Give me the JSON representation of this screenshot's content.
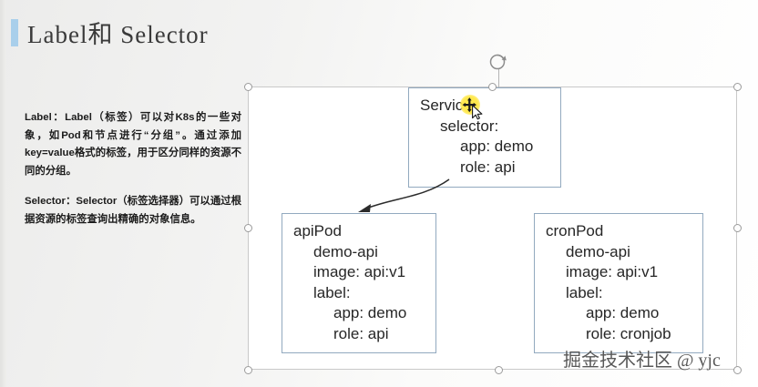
{
  "slide": {
    "title": "Label和 Selector",
    "accent_color": "#a9cfeb",
    "background_color": "#f5f5f4"
  },
  "description": {
    "paragraphs": [
      "Label：Label（标签）可以对K8s的一些对象，如Pod和节点进行“分组”。通过添加key=value格式的标签，用于区分同样的资源不同的分组。",
      "Selector：Selector（标签选择器）可以通过根据资源的标签查询出精确的对象信息。"
    ]
  },
  "diagram": {
    "box_border_color": "#92a9bf",
    "service_box": {
      "lines": [
        {
          "text": "Service",
          "indent": 0
        },
        {
          "text": "selector:",
          "indent": 1
        },
        {
          "text": "app: demo",
          "indent": 2
        },
        {
          "text": "role: api",
          "indent": 2
        }
      ]
    },
    "api_pod_box": {
      "lines": [
        {
          "text": "apiPod",
          "indent": 0
        },
        {
          "text": "demo-api",
          "indent": 1
        },
        {
          "text": "image: api:v1",
          "indent": 1
        },
        {
          "text": "label:",
          "indent": 1
        },
        {
          "text": "app: demo",
          "indent": 2
        },
        {
          "text": "role: api",
          "indent": 2
        }
      ]
    },
    "cron_pod_box": {
      "lines": [
        {
          "text": "cronPod",
          "indent": 0
        },
        {
          "text": "demo-api",
          "indent": 1
        },
        {
          "text": "image: api:v1",
          "indent": 1
        },
        {
          "text": "label:",
          "indent": 1
        },
        {
          "text": "app: demo",
          "indent": 2
        },
        {
          "text": "role: cronjob",
          "indent": 2
        }
      ]
    },
    "connector": {
      "from": "service-box",
      "to": "api-pod-box",
      "style": "curved-arrow"
    }
  },
  "selection": {
    "handle_count": 8,
    "rotation_handle": "rotate-handle"
  },
  "cursor": {
    "type": "move-cursor",
    "highlight_color": "#ffe84d"
  },
  "watermark": {
    "text": "掘金技术社区 @ yjc"
  }
}
